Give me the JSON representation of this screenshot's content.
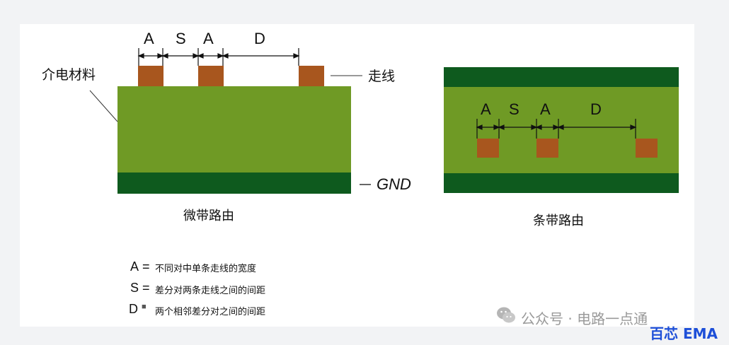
{
  "left_diagram": {
    "dim_labels": [
      "A",
      "S",
      "A",
      "D"
    ],
    "dielectric_label": "介电材料",
    "trace_label": "走线",
    "gnd_label": "GND",
    "caption": "微带路由"
  },
  "right_diagram": {
    "dim_labels": [
      "A",
      "S",
      "A",
      "D"
    ],
    "caption": "条带路由"
  },
  "legend": [
    {
      "key": "A",
      "sep": "=",
      "text": "不同对中单条走线的宽度"
    },
    {
      "key": "S",
      "sep": "=",
      "text": "差分对两条走线之间的间距"
    },
    {
      "key": "D",
      "sep": "■",
      "text": "两个相邻差分对之间的间距"
    }
  ],
  "watermark": {
    "text": "公众号 · 电路一点通",
    "brand": "百芯 EMA"
  },
  "colors": {
    "dielectric": "#6f9a25",
    "ground": "#0e5a1e",
    "trace": "#a8561e",
    "brand": "#1d4fd8"
  }
}
